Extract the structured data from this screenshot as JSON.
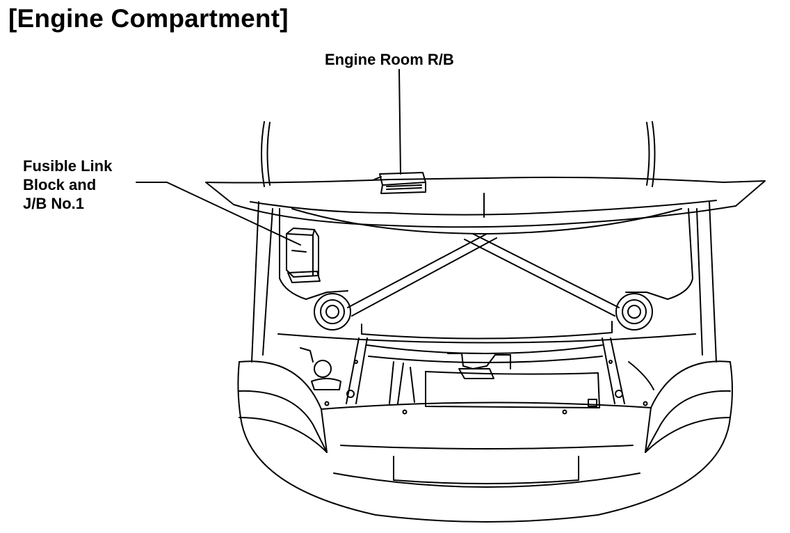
{
  "title": "[Engine Compartment]",
  "labels": {
    "engine_room_rb": "Engine Room R/B",
    "fusible_link": [
      "Fusible Link",
      "Block and",
      "J/B No.1"
    ]
  }
}
